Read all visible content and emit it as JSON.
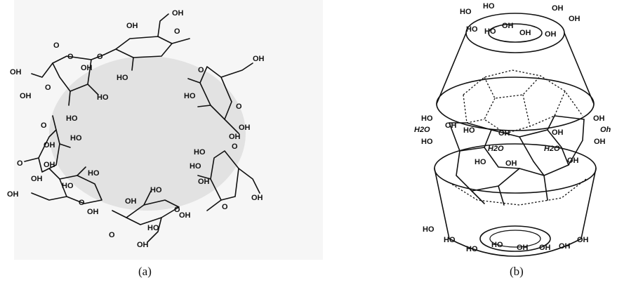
{
  "panel_a": {
    "caption": "(a)",
    "labels": [
      "OH",
      "O",
      "HO",
      "O",
      "OH",
      "OH",
      "O",
      "HO",
      "O",
      "OH",
      "OH",
      "O",
      "HO",
      "O",
      "OH",
      "OH",
      "O",
      "HO",
      "O",
      "OH",
      "OH",
      "O",
      "HO",
      "O",
      "OH",
      "OH",
      "O",
      "HO",
      "O",
      "OH",
      "OH",
      "O",
      "HO",
      "O",
      "OH",
      "HO",
      "OH",
      "HO",
      "HO",
      "OH",
      "OH",
      "HO",
      "OH"
    ]
  },
  "panel_b": {
    "caption": "(b)",
    "top_labels": [
      "HO",
      "HO",
      "OH",
      "HO",
      "OH",
      "HO",
      "OH",
      "OH",
      "OH"
    ],
    "bottom_labels": [
      "HO",
      "OH",
      "HO",
      "OH",
      "OH",
      "HO",
      "OH",
      "HO"
    ],
    "side_labels": [
      "HO",
      "H2O",
      "OH",
      "HO",
      "OH",
      "Oh",
      "OH",
      "HO",
      "OH",
      "OH",
      "OH",
      "H2O",
      "H2O",
      "HO",
      "OH"
    ]
  }
}
